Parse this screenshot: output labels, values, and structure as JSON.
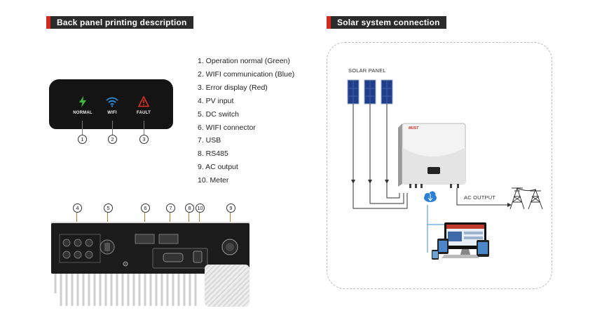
{
  "section_titles": {
    "back_panel": "Back panel printing description",
    "solar_system": "Solar system connection"
  },
  "led_panel": {
    "indicators": [
      {
        "label": "NORMAL",
        "number": "1",
        "icon": "lightning-icon",
        "color": "#3dbb3a"
      },
      {
        "label": "WIFI",
        "number": "2",
        "icon": "wifi-icon",
        "color": "#2a8fe0"
      },
      {
        "label": "FAULT",
        "number": "3",
        "icon": "warning-icon",
        "color": "#e0301e"
      }
    ]
  },
  "descriptions": [
    "1.  Operation normal (Green)",
    "2.  WIFI communication (Blue)",
    "3.  Error display (Red)",
    "4.  PV input",
    "5.  DC switch",
    "6.  WIFI connector",
    "7.  USB",
    "8.  RS485",
    "9.  AC output",
    "10. Meter"
  ],
  "bottom_panel": {
    "callouts": [
      "4",
      "5",
      "6",
      "7",
      "8",
      "10",
      "9"
    ]
  },
  "connection": {
    "solar_panel_label": "SOLAR PANEL",
    "ac_output_label": "AC OUTPUT",
    "brand": "MUST"
  },
  "colors": {
    "accent": "#d42a1e",
    "title_bg": "#2b2b2b"
  }
}
